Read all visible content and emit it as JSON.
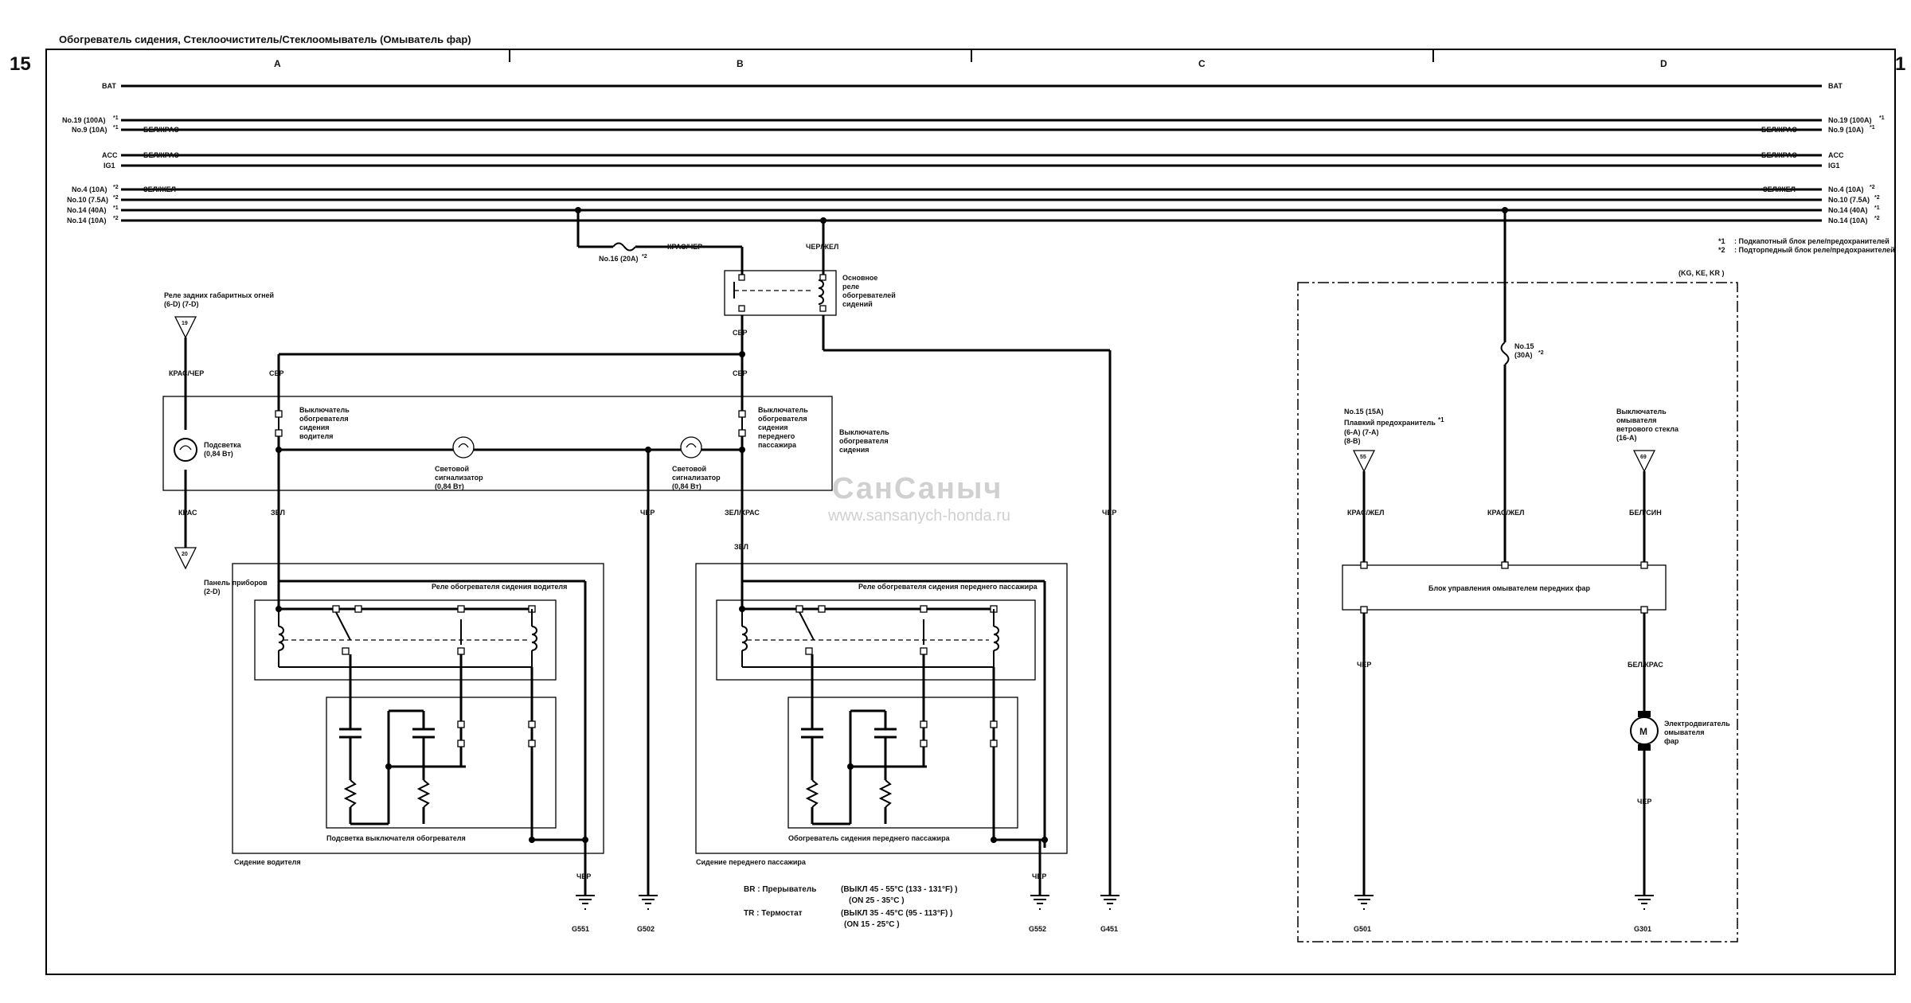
{
  "header": {
    "title": "Обогреватель сидения, Стеклоочиститель/Стеклоомыватель (Омыватель фар)",
    "page_left": "15",
    "page_right": "1",
    "columns": [
      "A",
      "B",
      "C",
      "D"
    ]
  },
  "bus": {
    "bat": "BAT",
    "no19": "No.19 (100A)",
    "no9": "No.9 (10A)",
    "acc": "ACC",
    "ig1": "IG1",
    "no4": "No.4 (10A)",
    "no10": "No.10 (7.5A)",
    "no14a": "No.14 (40A)",
    "no14b": "No.14 (10A)",
    "sup1": "*1",
    "sup2": "*2",
    "bel_kras": "БЕЛ/КРАС",
    "zel_zhel": "ЗЕЛ/ЖЕЛ"
  },
  "notes": {
    "n1_mark": "*1",
    "n1_text": ": Подкапотный блок реле/предохранителей",
    "n2_mark": "*2",
    "n2_text": ": Подторпедный блок реле/предохранителей"
  },
  "left": {
    "rear_relay": "Реле задних габаритных огней",
    "rear_relay_ref": "(6-D) (7-D)",
    "conn19": "19",
    "wire_kras_cher": "КРАС/ЧЕР",
    "backlight": "Подсветка",
    "backlight_power": "(0,84 Вт)",
    "wire_kras": "КРАС",
    "conn20": "20",
    "panel": "Панель приборов",
    "panel_ref": "(2-D)"
  },
  "top": {
    "fuse16": "No.16 (20A)",
    "wire_kras_cher": "КРАС/ЧЕР",
    "wire_cher_zhel": "ЧЕР/ЖЕЛ",
    "main_relay_1": "Основное",
    "main_relay_2": "реле",
    "main_relay_3": "обогревателей",
    "main_relay_4": "сидений",
    "wire_ser": "СЕР"
  },
  "switches": {
    "wire_ser_a": "СЕР",
    "wire_ser_b": "СЕР",
    "driver_sw_1": "Выключатель",
    "driver_sw_2": "обогревателя",
    "driver_sw_3": "сидения",
    "driver_sw_4": "водителя",
    "pass_sw_1": "Выключатель",
    "pass_sw_2": "обогревателя",
    "pass_sw_3": "сидения",
    "pass_sw_4": "переднего",
    "pass_sw_5": "пассажира",
    "group_1": "Выключатель",
    "group_2": "обогревателя",
    "group_3": "сидения",
    "indicator": "Световой",
    "indicator_2": "сигнализатор",
    "indicator_power": "(0,84 Вт)"
  },
  "wires": {
    "zel": "ЗЕЛ",
    "cher": "ЧЕР",
    "zel_kras": "ЗЕЛ/КРАС",
    "zel2": "ЗЕЛ",
    "cher_c": "ЧЕР"
  },
  "driver_seat": {
    "relay_label": "Реле обогревателя сидения водителя",
    "switch_light": "Подсветка выключателя обогревателя",
    "seat_label": "Сидение водителя"
  },
  "pass_seat": {
    "relay_label": "Реле обогревателя сидения переднего пассажира",
    "heater_label": "Обогреватель сидения переднего пассажира",
    "seat_label": "Сидение переднего пассажира"
  },
  "grounds": {
    "cher_g551": "ЧЕР",
    "g551": "G551",
    "g502": "G502",
    "cher_g552": "ЧЕР",
    "g552": "G552",
    "g451": "G451",
    "g501": "G501",
    "g301": "G301"
  },
  "legend": {
    "br_label": "BR : Прерыватель",
    "br_off": "(ВЫКЛ 45 - 55°C (133 - 131°F) )",
    "br_on": "(ON 25 - 35°C )",
    "tr_label": "TR : Термостат",
    "tr_off": "(ВЫКЛ 35 - 45°C (95 - 113°F) )",
    "tr_on": "(ON 15 - 25°C )"
  },
  "washer": {
    "region": "(KG, KE, KR )",
    "fuse15": "No.15",
    "fuse15_amp": "(30A)",
    "fusible_1": "No.15 (15A)",
    "fusible_2": "Плавкий предохранитель",
    "fusible_ref": "(6-A) (7-A)",
    "fusible_ref2": "(8-B)",
    "conn55": "55",
    "wiper_sw_1": "Выключатель",
    "wiper_sw_2": "омывателя",
    "wiper_sw_3": "ветрового стекла",
    "wiper_sw_ref": "(16-A)",
    "conn69": "69",
    "wire_kras_zhel_a": "КРАС/ЖЕЛ",
    "wire_kras_zhel_b": "КРАС/ЖЕЛ",
    "wire_bel_sin": "БЕЛ/СИН",
    "control_unit": "Блок управления омывателем передних фар",
    "wire_cher": "ЧЕР",
    "wire_bel_kras": "БЕЛ/КРАС",
    "motor_1": "Электродвигатель",
    "motor_2": "омывателя",
    "motor_3": "фар",
    "motor_symbol": "M",
    "wire_cher2": "ЧЕР"
  },
  "watermark": {
    "brand": "СанСаныч",
    "url": "www.sansanych-honda.ru"
  }
}
